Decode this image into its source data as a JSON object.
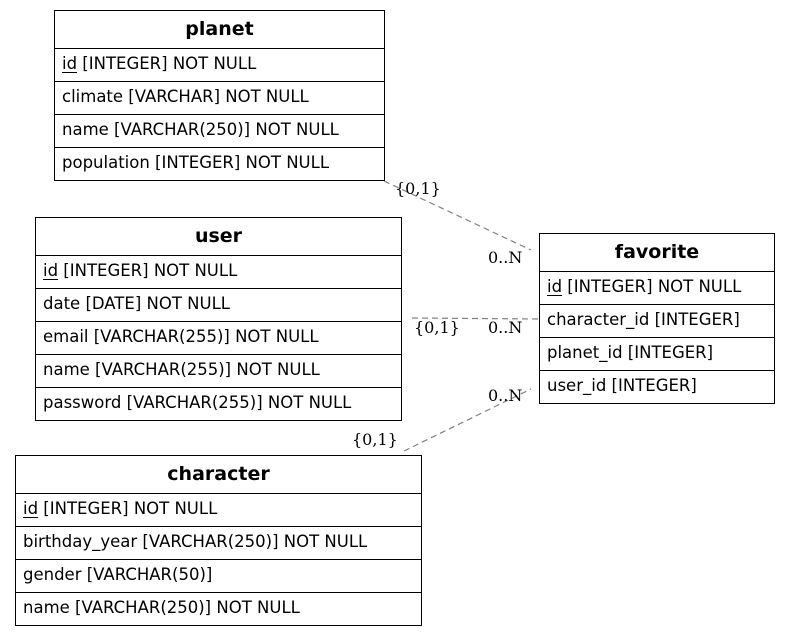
{
  "entities": {
    "planet": {
      "title": "planet",
      "attributes": [
        {
          "pk": "id",
          "rest": " [INTEGER] NOT NULL"
        },
        {
          "text": "climate [VARCHAR] NOT NULL"
        },
        {
          "text": "name [VARCHAR(250)] NOT NULL"
        },
        {
          "text": "population [INTEGER] NOT NULL"
        }
      ]
    },
    "user": {
      "title": "user",
      "attributes": [
        {
          "pk": "id",
          "rest": " [INTEGER] NOT NULL"
        },
        {
          "text": "date [DATE] NOT NULL"
        },
        {
          "text": "email [VARCHAR(255)] NOT NULL"
        },
        {
          "text": "name [VARCHAR(255)] NOT NULL"
        },
        {
          "text": "password [VARCHAR(255)] NOT NULL"
        }
      ]
    },
    "character": {
      "title": "character",
      "attributes": [
        {
          "pk": "id",
          "rest": " [INTEGER] NOT NULL"
        },
        {
          "text": "birthday_year [VARCHAR(250)] NOT NULL"
        },
        {
          "text": "gender [VARCHAR(50)]"
        },
        {
          "text": "name [VARCHAR(250)] NOT NULL"
        }
      ]
    },
    "favorite": {
      "title": "favorite",
      "attributes": [
        {
          "pk": "id",
          "rest": " [INTEGER] NOT NULL"
        },
        {
          "text": "character_id [INTEGER]"
        },
        {
          "text": "planet_id [INTEGER]"
        },
        {
          "text": "user_id [INTEGER]"
        }
      ]
    }
  },
  "relations": {
    "planet_favorite": {
      "from_card": "{0,1}",
      "to_card": "0..N"
    },
    "user_favorite": {
      "from_card": "{0,1}",
      "to_card": "0..N"
    },
    "character_favorite": {
      "from_card": "{0,1}",
      "to_card": "0..N"
    }
  },
  "colors": {
    "border": "#000000",
    "connector": "#808080",
    "background": "#ffffff"
  }
}
